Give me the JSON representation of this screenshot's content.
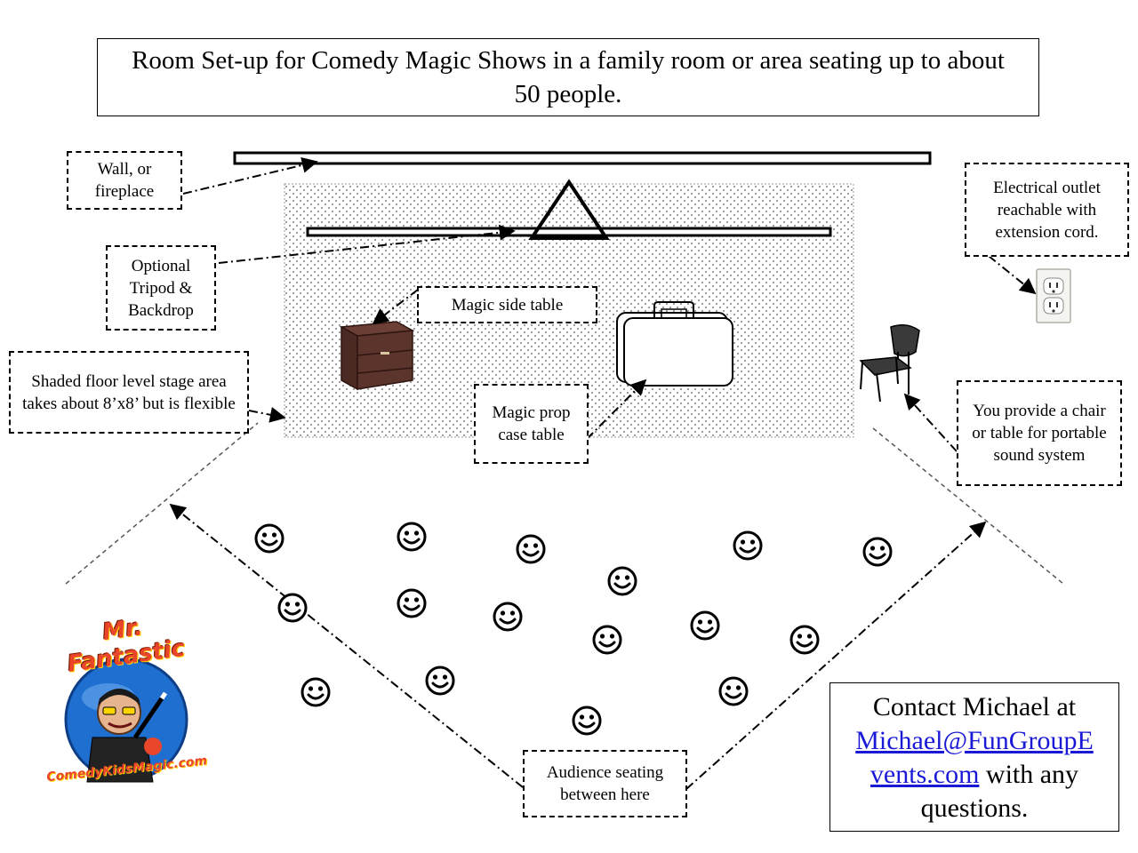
{
  "title": "Room Set-up for Comedy Magic Shows in a family room or area seating up to about 50 people.",
  "labels": {
    "wall": "Wall, or fireplace",
    "tripod": "Optional Tripod & Backdrop",
    "stage": "Shaded floor level stage area takes about 8’x8’ but is flexible",
    "side_table": "Magic side table",
    "prop_case": "Magic prop case table",
    "outlet": "Electrical outlet reachable with extension cord.",
    "sound": "You provide a chair or table for portable  sound system",
    "audience": "Audience seating between here"
  },
  "contact": {
    "prefix": "Contact Michael at",
    "email": "Michael@FunGroupEvents.com",
    "email_line1": "Michael@FunGroupE",
    "email_line2": "vents.com",
    "suffix": "with any questions."
  },
  "logo": {
    "top": "Mr. Fantastic",
    "bottom": "ComedyKidsMagic.com"
  },
  "colors": {
    "link": "#1a1ad6",
    "stage_dots": "#555555",
    "logo_red": "#e8452a",
    "logo_blue": "#1e6fd0"
  },
  "icons": {
    "audience_member": "smiley-icon",
    "outlet": "outlet-icon",
    "chair": "chair-icon",
    "side_table": "nightstand-icon",
    "prop_case": "suitcase-icon"
  }
}
